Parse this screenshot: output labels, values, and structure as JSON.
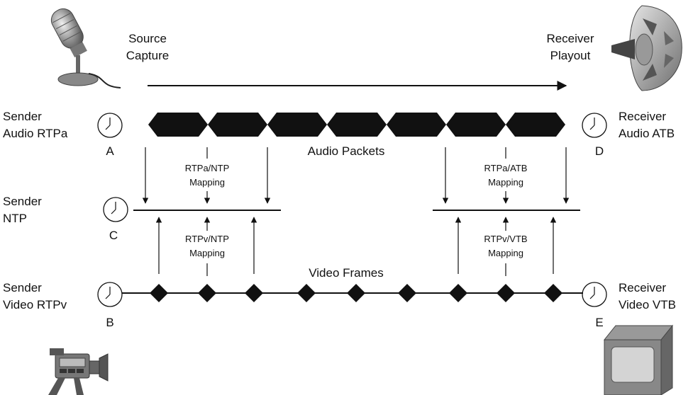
{
  "source": {
    "line1": "Source",
    "line2": "Capture"
  },
  "receiver": {
    "line1": "Receiver",
    "line2": "Playout"
  },
  "sender_audio_clock": {
    "line1": "Sender",
    "line2": "Audio RTPa",
    "letter": "A"
  },
  "sender_ntp_clock": {
    "line1": "Sender",
    "line2": "NTP",
    "letter": "C"
  },
  "sender_video_clock": {
    "line1": "Sender",
    "line2": "Video RTPv",
    "letter": "B"
  },
  "receiver_audio_clock": {
    "line1": "Receiver",
    "line2": "Audio ATB",
    "letter": "D"
  },
  "receiver_video_clock": {
    "line1": "Receiver",
    "line2": "Video VTB",
    "letter": "E"
  },
  "audio_packets_label": "Audio Packets",
  "video_frames_label": "Video Frames",
  "mappings": {
    "rtpa_ntp": {
      "line1": "RTPa/NTP",
      "line2": "Mapping"
    },
    "rtpv_ntp": {
      "line1": "RTPv/NTP",
      "line2": "Mapping"
    },
    "rtpa_atb": {
      "line1": "RTPa/ATB",
      "line2": "Mapping"
    },
    "rtpv_vtb": {
      "line1": "RTPv/VTB",
      "line2": "Mapping"
    }
  },
  "icons": [
    "microphone-icon",
    "speaker-icon",
    "video-camera-icon",
    "television-icon",
    "clock-icon"
  ]
}
